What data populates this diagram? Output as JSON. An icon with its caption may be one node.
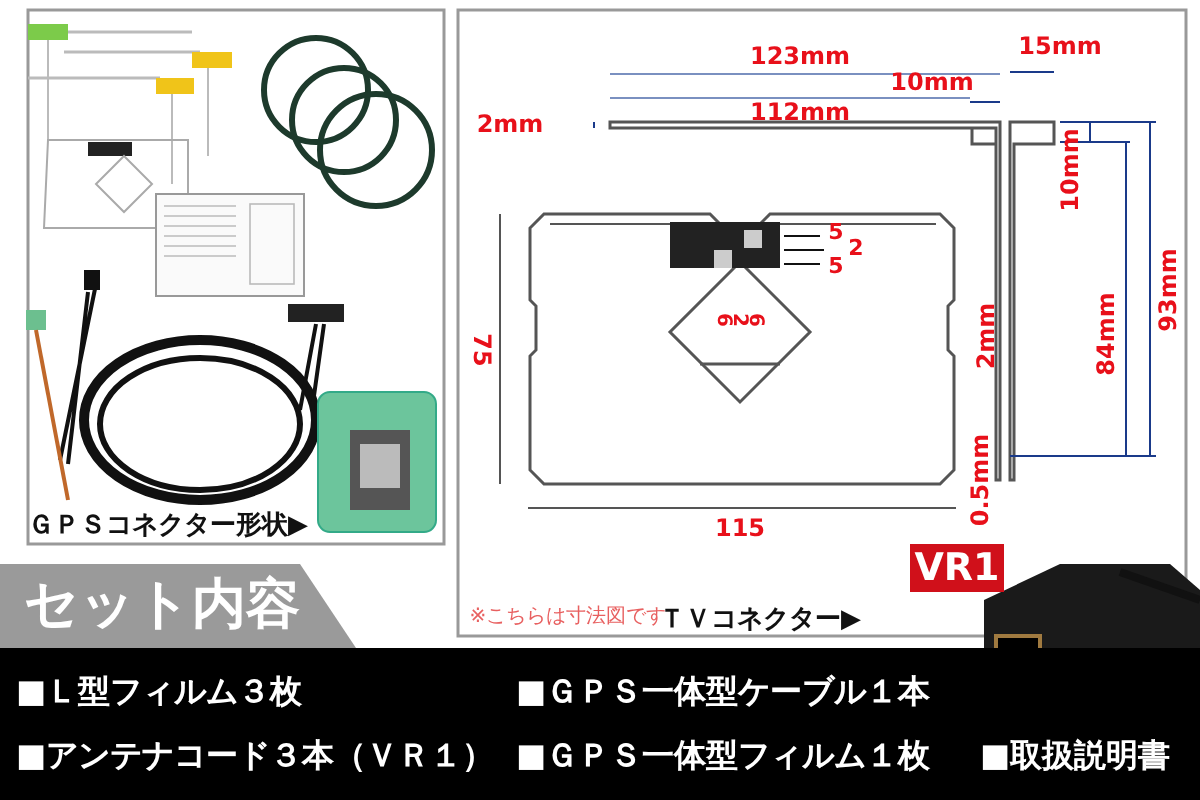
{
  "diagram": {
    "nodes": [
      {
        "text": [
          "セット内容"
        ]
      },
      {
        "text": [
          "VR1"
        ]
      },
      {
        "text": [
          "■Ｌ型フィルム３枚",
          "■ＧＰＳ一体型ケーブル１本",
          "■アンテナコード３本（ＶＲ１）",
          "■ＧＰＳ一体型フィルム１枚",
          "■取扱説明書"
        ]
      }
    ],
    "labels": [
      "15mm",
      "123mm",
      "10mm",
      "112mm",
      "2mm",
      "10mm",
      "5",
      "2",
      "5",
      "6",
      "2",
      "6",
      "93mm",
      "84mm",
      "75",
      "2mm",
      "0.5mm",
      "115",
      "ＧＰＳコネクター形状▶",
      "※こちらは寸法図です",
      "ＴＶコネクター▶"
    ]
  }
}
